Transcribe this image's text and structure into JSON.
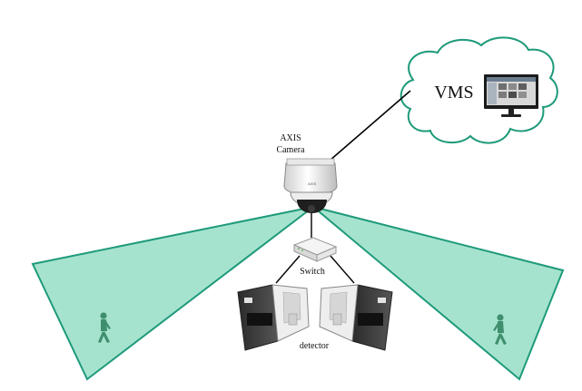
{
  "labels": {
    "camera": [
      "AXIS",
      "Camera"
    ],
    "vms": "VMS",
    "switch": "Switch",
    "detector": "detector"
  },
  "colors": {
    "coverage_fill": "#a6e3cf",
    "coverage_stroke": "#1e9a7a",
    "figure": "#3f8f6e",
    "cloud_stroke": "#1e9a7a",
    "line": "#000000"
  },
  "icons": {
    "camera": "dome-camera-icon",
    "monitor": "monitor-icon",
    "switch": "network-switch-icon",
    "detector_left": "motion-detector-icon",
    "detector_right": "motion-detector-icon",
    "person_left": "walking-person-icon",
    "person_right": "walking-person-icon"
  }
}
